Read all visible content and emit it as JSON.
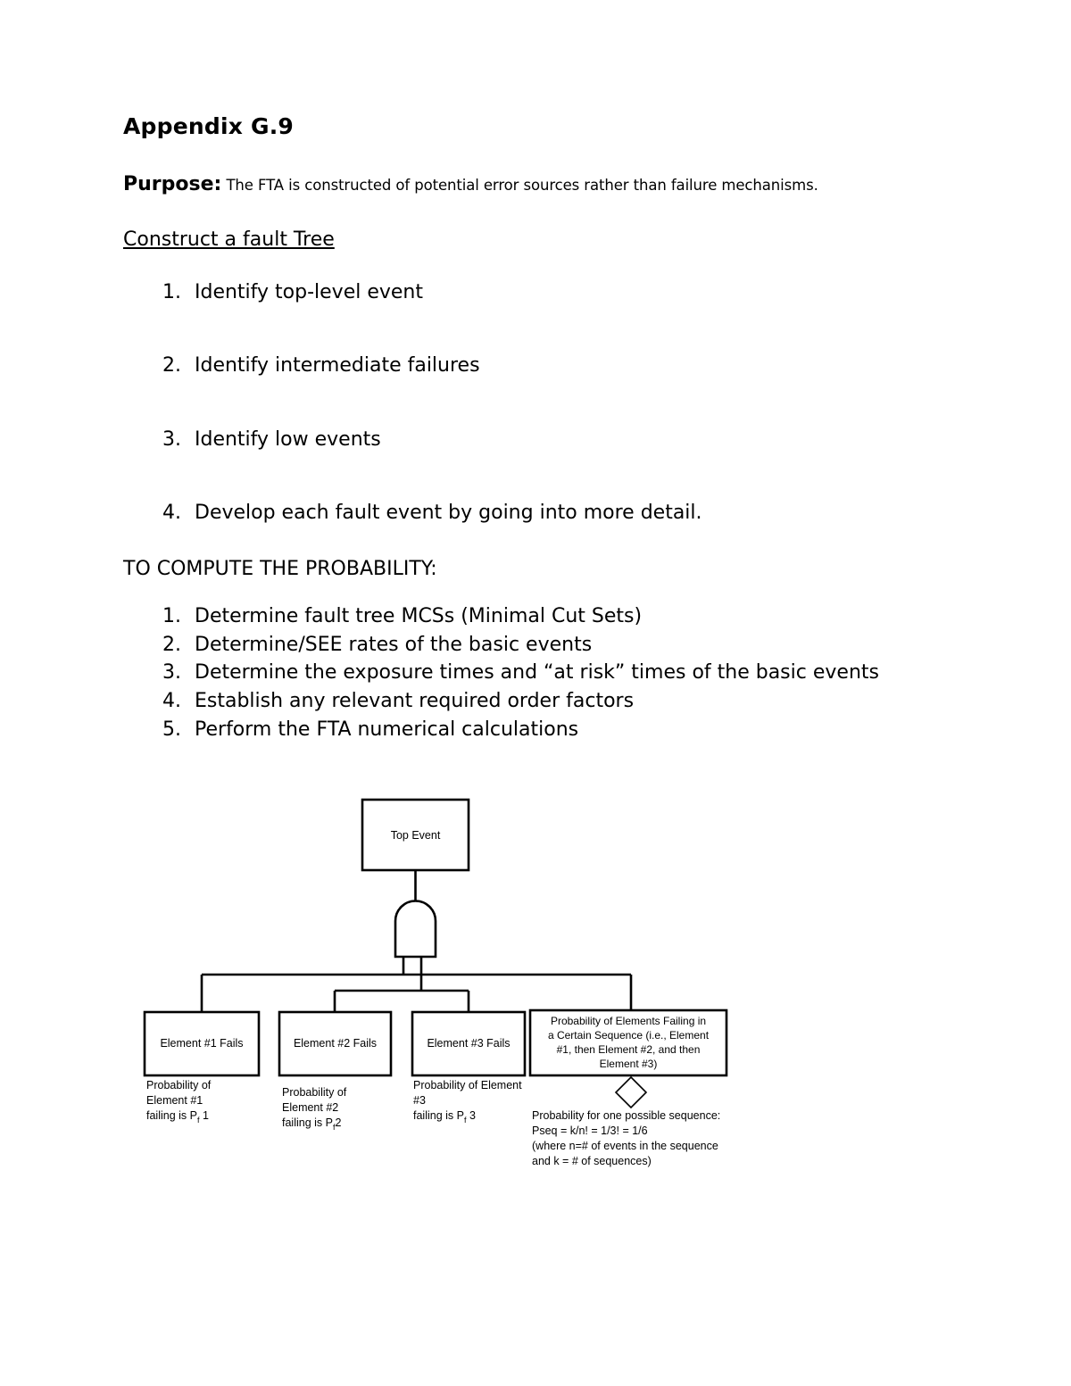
{
  "document": {
    "appendix_title": "Appendix G.9",
    "purpose_label": "Purpose:",
    "purpose_text": " The FTA is constructed of potential error sources rather than failure mechanisms.",
    "construct_heading": "Construct a fault Tree",
    "construct_steps": [
      "Identify top-level event",
      "Identify intermediate failures",
      "Identify low events",
      "Develop each fault event by going into more detail."
    ],
    "compute_heading": "TO COMPUTE THE PROBABILITY:",
    "compute_steps": [
      "Determine fault tree MCSs (Minimal Cut Sets)",
      "Determine/SEE rates of the basic events",
      "Determine the exposure times and “at risk” times of the basic events",
      "Establish any relevant required order factors",
      "Perform the FTA numerical calculations"
    ]
  },
  "fault_tree": {
    "top_event": "Top Event",
    "gate_type": "and-gate",
    "events": [
      {
        "label": "Element #1 Fails"
      },
      {
        "label": "Element #2 Fails"
      },
      {
        "label": "Element #3 Fails"
      }
    ],
    "sequence_box": {
      "line1": "Probability of Elements Failing in",
      "line2": "a Certain Sequence (i.e., Element",
      "line3": "#1, then Element #2, and then",
      "line4": "Element #3)"
    },
    "captions": [
      {
        "line1": "Probability of",
        "line2": "Element #1",
        "line3_pre": "failing is P",
        "line3_sub": "f",
        "line3_post": " 1"
      },
      {
        "line1": "Probability of",
        "line2": "Element #2",
        "line3_pre": "failing is P",
        "line3_sub": "f",
        "line3_post": "2"
      },
      {
        "line1": "Probability of Element",
        "line2": "#3",
        "line3_pre": "failing is P",
        "line3_sub": "f",
        "line3_post": " 3"
      }
    ],
    "sequence_note": {
      "line1": "Probability for one possible sequence:",
      "line2": "Pseq = k/n! = 1/3! = 1/6",
      "line3": "(where n=# of events in the sequence",
      "line4": "and k = # of sequences)"
    },
    "undeveloped_symbol": "diamond"
  },
  "colors": {
    "ink": "#000000",
    "paper": "#ffffff"
  }
}
